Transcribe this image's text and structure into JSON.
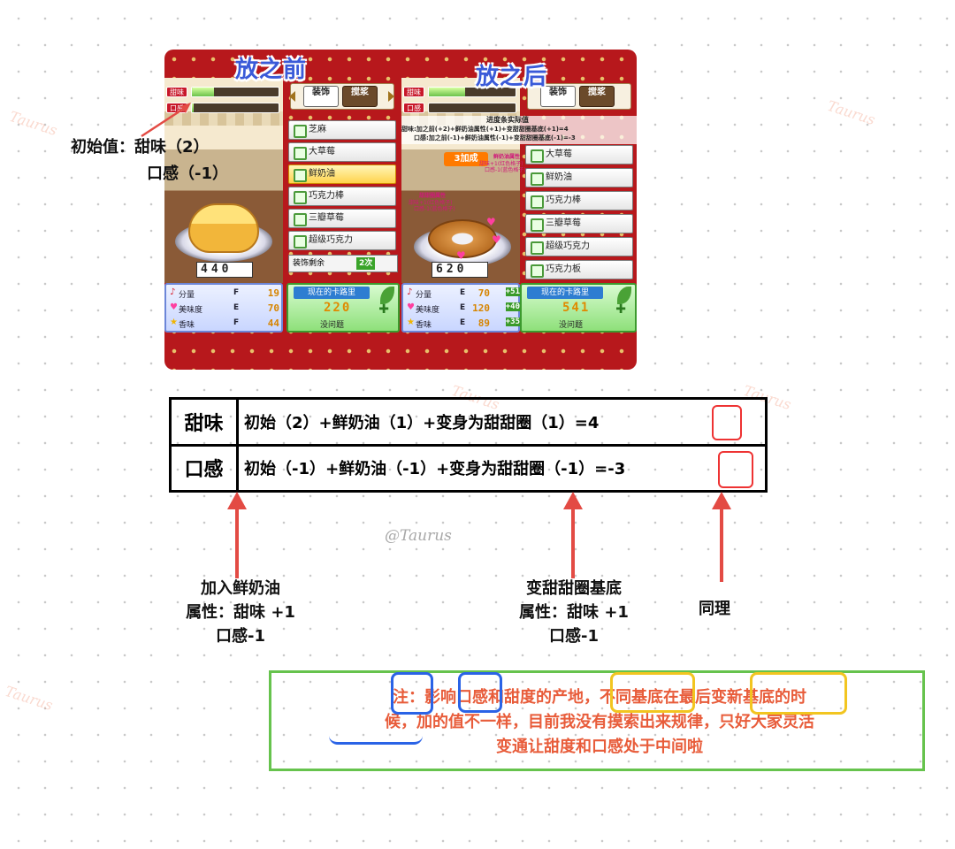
{
  "before": {
    "title": "放之前",
    "bar_labels": [
      "甜味",
      "口感"
    ],
    "bar_levels": [
      0.25,
      0.02
    ],
    "tabs": [
      "装饰",
      "搅浆"
    ],
    "menu": [
      "芝麻",
      "大草莓",
      "鲜奶油",
      "巧克力棒",
      "三瓣草莓",
      "超级巧克力"
    ],
    "selected_index": 2,
    "remaining_label": "装饰剩余",
    "remaining_value": "2次",
    "price": "440",
    "stats": [
      {
        "icon": "note-icon",
        "name": "分量",
        "grade": "F",
        "value": "19"
      },
      {
        "icon": "heart-icon",
        "name": "美味度",
        "grade": "E",
        "value": "70"
      },
      {
        "icon": "star-icon",
        "name": "香味",
        "grade": "F",
        "value": "44"
      }
    ],
    "calorie_header": "现在的卡路里",
    "calorie_value": "220",
    "calorie_status": "没问题"
  },
  "after": {
    "title": "放之后",
    "bar_labels": [
      "甜味",
      "口感"
    ],
    "bar_levels": [
      0.42,
      0.0
    ],
    "tabs": [
      "装饰",
      "搅浆"
    ],
    "progress_title": "进度条实际值",
    "progress_line1": "甜味:加之前(+2)+鲜奶油属性(+1)+变甜甜圈基底(+1)=4",
    "progress_line2": "口感:加之前(-1)+鲜奶油属性(-1)+变甜甜圈基底(-1)=-3",
    "burst": "3加成",
    "cream_tip": "鲜奶油属性",
    "cream_tip_lines": [
      "甜味+1(红色格子)",
      "口感-1(蓝色格子)"
    ],
    "base_tip": "甜甜圈属性",
    "base_tip_lines": [
      "甜味+1(红色格子)",
      "口感-1(蓝色格子)"
    ],
    "menu": [
      "大草莓",
      "鲜奶油",
      "巧克力棒",
      "三瓣草莓",
      "超级巧克力",
      "巧克力板"
    ],
    "price": "620",
    "stats": [
      {
        "icon": "note-icon",
        "name": "分量",
        "grade": "E",
        "value": "70",
        "bonus": "+51"
      },
      {
        "icon": "heart-icon",
        "name": "美味度",
        "grade": "E",
        "value": "120",
        "bonus": "+40"
      },
      {
        "icon": "star-icon",
        "name": "香味",
        "grade": "E",
        "value": "89",
        "bonus": "+35"
      }
    ],
    "calorie_header": "现在的卡路里",
    "calorie_value": "541",
    "calorie_status": "没问题"
  },
  "initial_note": {
    "line1": "初始值：甜味（2）",
    "line2": "口感（-1）"
  },
  "formula": {
    "rows": [
      {
        "label": "甜味",
        "formula": "初始（2）+鲜奶油（1）+变身为甜甜圈（1）=4"
      },
      {
        "label": "口感",
        "formula": "初始（-1）+鲜奶油（-1）+变身为甜甜圈（-1）=-3"
      }
    ]
  },
  "credit": "@Taurus",
  "watermark": "Taurus",
  "annotations": {
    "cream": [
      "加入鲜奶油",
      "属性：甜味 +1",
      "口感-1"
    ],
    "donut": [
      "变甜甜圈基底",
      "属性：甜味 +1",
      "口感-1"
    ],
    "same": "同理"
  },
  "note": {
    "line1": "注：影响口感和甜度的产地，不同基底在最后变新基底的时",
    "line2": "候，加的值不一样，目前我没有摸索出来规律，只好大家灵活",
    "line3": "变通让甜度和口感处于中间啦"
  },
  "colors": {
    "arrow": "#e34b44",
    "note_text": "#e85c3a",
    "note_border": "#66c34d",
    "title_blue": "#3a5ad8"
  }
}
